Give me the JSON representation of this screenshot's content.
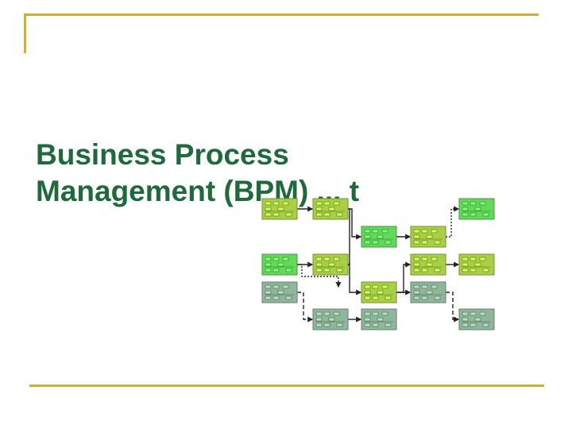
{
  "slide": {
    "title_line1": "Business Process",
    "title_line2": "Management (BPM) ... t"
  },
  "colors": {
    "accent_rule": "#c9b22f",
    "title": "#1e6a3d",
    "node_bright": "#63d95a",
    "node_olive": "#a8cf45",
    "node_gray": "#8fb59a"
  },
  "diagram": {
    "icon": "process-flow-illustration",
    "nodes": [
      {
        "id": "a1",
        "color": "node_olive"
      },
      {
        "id": "a2",
        "color": "node_olive"
      },
      {
        "id": "a3",
        "color": "node_bright"
      },
      {
        "id": "b1",
        "color": "node_bright"
      },
      {
        "id": "b2",
        "color": "node_olive"
      },
      {
        "id": "c1",
        "color": "node_bright"
      },
      {
        "id": "c2",
        "color": "node_olive"
      },
      {
        "id": "c3",
        "color": "node_olive"
      },
      {
        "id": "c4",
        "color": "node_olive"
      },
      {
        "id": "d1",
        "color": "node_gray"
      },
      {
        "id": "d2",
        "color": "node_olive"
      },
      {
        "id": "d3",
        "color": "node_gray"
      },
      {
        "id": "e1",
        "color": "node_gray"
      },
      {
        "id": "e2",
        "color": "node_gray"
      },
      {
        "id": "e3",
        "color": "node_gray"
      }
    ]
  }
}
